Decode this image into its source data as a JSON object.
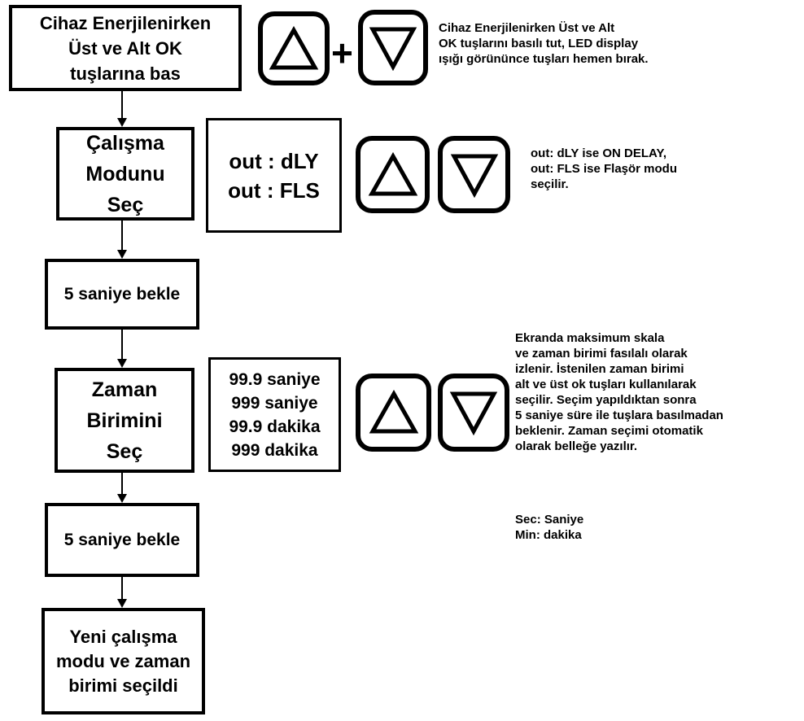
{
  "steps": {
    "start": "Cihaz Enerjilenirken\nÜst ve Alt OK\ntuşlarına bas",
    "mode_select": "Çalışma\nModunu\nSeç",
    "wait_1": "5 saniye bekle",
    "unit_select": "Zaman\nBirimini\nSeç",
    "wait_2": "5 saniye bekle",
    "done": "Yeni çalışma\nmodu ve zaman\nbirimi seçildi"
  },
  "displays": {
    "mode_options": "out : dLY\nout : FLS",
    "unit_options": "99.9 saniye\n999 saniye\n99.9 dakika\n999 dakika"
  },
  "plus_sign": "+",
  "notes": {
    "start_note": "Cihaz Enerjilenirken Üst ve Alt\nOK tuşlarını basılı tut, LED display\nışığı görününce tuşları hemen bırak.",
    "mode_note": "out: dLY ise ON DELAY,\nout: FLS ise Flaşör modu\nseçilir.",
    "unit_note": "Ekranda maksimum skala\nve zaman birimi fasılalı olarak\nizlenir. İstenilen zaman birimi\nalt ve üst ok tuşları kullanılarak\nseçilir. Seçim yapıldıktan sonra\n5 saniye süre ile tuşlara basılmadan\nbeklenir. Zaman seçimi otomatik\nolarak belleğe yazılır.",
    "legend_note": "Sec: Saniye\nMin: dakika"
  },
  "icons": {
    "up_key": "up-triangle-key-icon",
    "down_key": "down-triangle-key-icon",
    "arrow": "down-arrow-icon"
  },
  "colors": {
    "stroke": "#000000",
    "background": "#ffffff"
  }
}
